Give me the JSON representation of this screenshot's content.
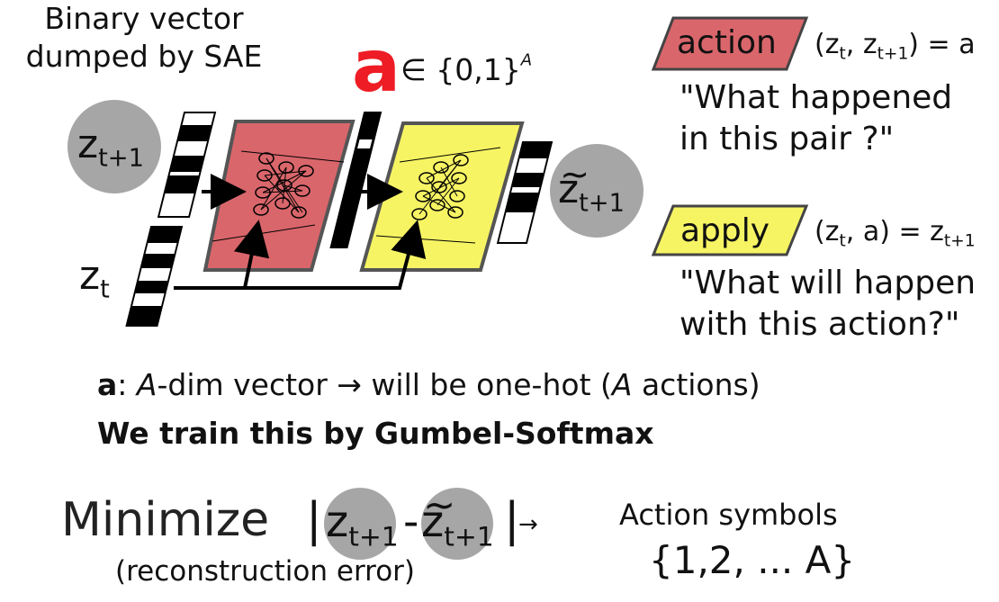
{
  "title_lines": [
    "Binary vector",
    "dumped by SAE"
  ],
  "a_symbol": "a",
  "a_set": "∈ {0,1}",
  "a_set_sup": "A",
  "z_next": {
    "base": "z",
    "sub": "t+1"
  },
  "z_hat": {
    "base": "z",
    "sub": "t+1"
  },
  "z_t": {
    "base": "z",
    "sub": "t"
  },
  "action_box": {
    "label": "action",
    "color": "#d9666b",
    "formula_pre": "(z",
    "formula_sub1": "t",
    "formula_mid": ", z",
    "formula_sub2": "t+1",
    "formula_post": ") = a",
    "question_lines": [
      "\"What happened",
      "in this pair ?\""
    ]
  },
  "apply_box": {
    "label": "apply",
    "color": "#f7f464",
    "formula_pre": "(z",
    "formula_sub1": "t",
    "formula_mid": ", a) = z",
    "formula_sub2": "t+1",
    "question_lines": [
      "\"What will happen",
      "with this action?\""
    ]
  },
  "a_desc_bold": "a",
  "a_desc_pre": ": ",
  "a_desc_italic1": "A",
  "a_desc_mid": "-dim vector → will be one-hot (",
  "a_desc_italic2": "A",
  "a_desc_post": " actions)",
  "train_line": "We train this by Gumbel-Softmax",
  "minimize_word": "Minimize",
  "minimize_z1": {
    "base": "z",
    "sub": "t+1"
  },
  "minimize_dash": "-",
  "minimize_z2": {
    "base": "z",
    "sub": "t+1"
  },
  "minimize_arrow": "→",
  "reconstruction": "(reconstruction error)",
  "symbols_title": "Action symbols",
  "symbols_set": "{1,2, ... A}",
  "colors": {
    "circle": "#a6a6a6",
    "net_red": "#d9666b",
    "net_yellow": "#f7f464",
    "a_red": "#ee1c24"
  }
}
